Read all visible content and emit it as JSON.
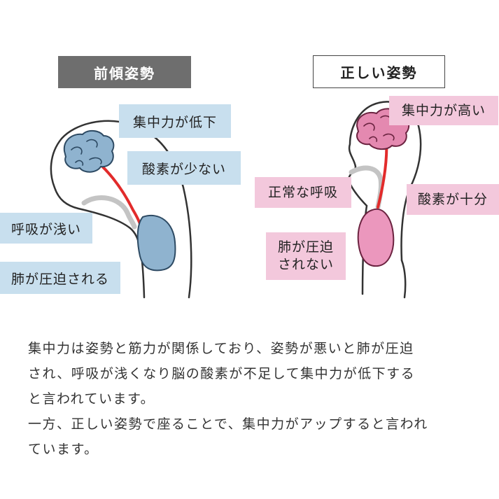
{
  "titles": {
    "left": "前傾姿勢",
    "right": "正しい姿勢"
  },
  "left_labels": {
    "focus": "集中力が低下",
    "oxygen": "酸素が少ない",
    "breath": "呼吸が浅い",
    "lung": "肺が圧迫される"
  },
  "right_labels": {
    "focus": "集中力が高い",
    "oxygen": "酸素が十分",
    "breath": "正常な呼吸",
    "lung_line1": "肺が圧迫",
    "lung_line2": "されない"
  },
  "description": {
    "para1_line1": "集中力は姿勢と筋力が関係しており、姿勢が悪いと肺が圧迫",
    "para1_line2": "され、呼吸が浅くなり脳の酸素が不足して集中力が低下する",
    "para1_line3": "と言われています。",
    "para2_line1": "一方、正しい姿勢で座ることで、集中力がアップすると言われ",
    "para2_line2": "ています。"
  },
  "colors": {
    "brain_blue": "#8fb3cf",
    "lung_blue": "#8fb3cf",
    "brain_pink": "#e489b0",
    "lung_pink": "#eb97bd",
    "nerve_red": "#e22b2b",
    "airway_gray": "#c4c4c4"
  }
}
